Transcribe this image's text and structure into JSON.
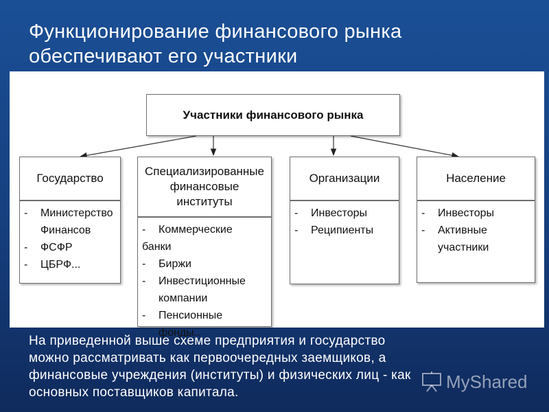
{
  "title": {
    "line1": "Функционирование финансового рынка",
    "line2": "обеспечивают его участники"
  },
  "diagram": {
    "root": "Участники финансового рынка",
    "nodes": [
      {
        "header": "Государство",
        "items": [
          {
            "dash": "-",
            "text": "Министерство"
          },
          {
            "dash": "",
            "text": "Финансов"
          },
          {
            "dash": "-",
            "text": "ФСФР"
          },
          {
            "dash": "-",
            "text": "ЦБРФ..."
          }
        ]
      },
      {
        "header_lines": [
          "Специализированные",
          "финансовые",
          "институты"
        ],
        "items": [
          {
            "dash": "-",
            "text": "Коммерческие"
          },
          {
            "dash": "",
            "text": "банки",
            "no_indent": true
          },
          {
            "dash": "-",
            "text": "Биржи"
          },
          {
            "dash": "-",
            "text": "Инвестиционные"
          },
          {
            "dash": "",
            "text": "компании"
          },
          {
            "dash": "-",
            "text": "Пенсионные фонды.."
          }
        ]
      },
      {
        "header": "Организации",
        "items": [
          {
            "dash": "-",
            "text": "Инвесторы"
          },
          {
            "dash": "-",
            "text": "Реципиенты"
          }
        ]
      },
      {
        "header": "Население",
        "items": [
          {
            "dash": "-",
            "text": "Инвесторы"
          },
          {
            "dash": "-",
            "text": "Активные"
          },
          {
            "dash": "",
            "text": "участники"
          }
        ]
      }
    ]
  },
  "caption": {
    "line1": "На приведенной выше схеме предприятия и государство",
    "line2": "можно рассматривать как первоочередных заемщиков, а",
    "line3": "финансовые учреждения (институты) и физических лиц - как",
    "line4": "основных поставщиков капитала."
  },
  "watermark": {
    "icon": "presentation-board-icon",
    "text": "MyShared"
  },
  "colors": {
    "background_top": "#1a4f96",
    "background_bottom": "#0f2a5c",
    "panel": "#ffffff",
    "text_light": "#ffffff",
    "border": "#6e6e6e"
  }
}
